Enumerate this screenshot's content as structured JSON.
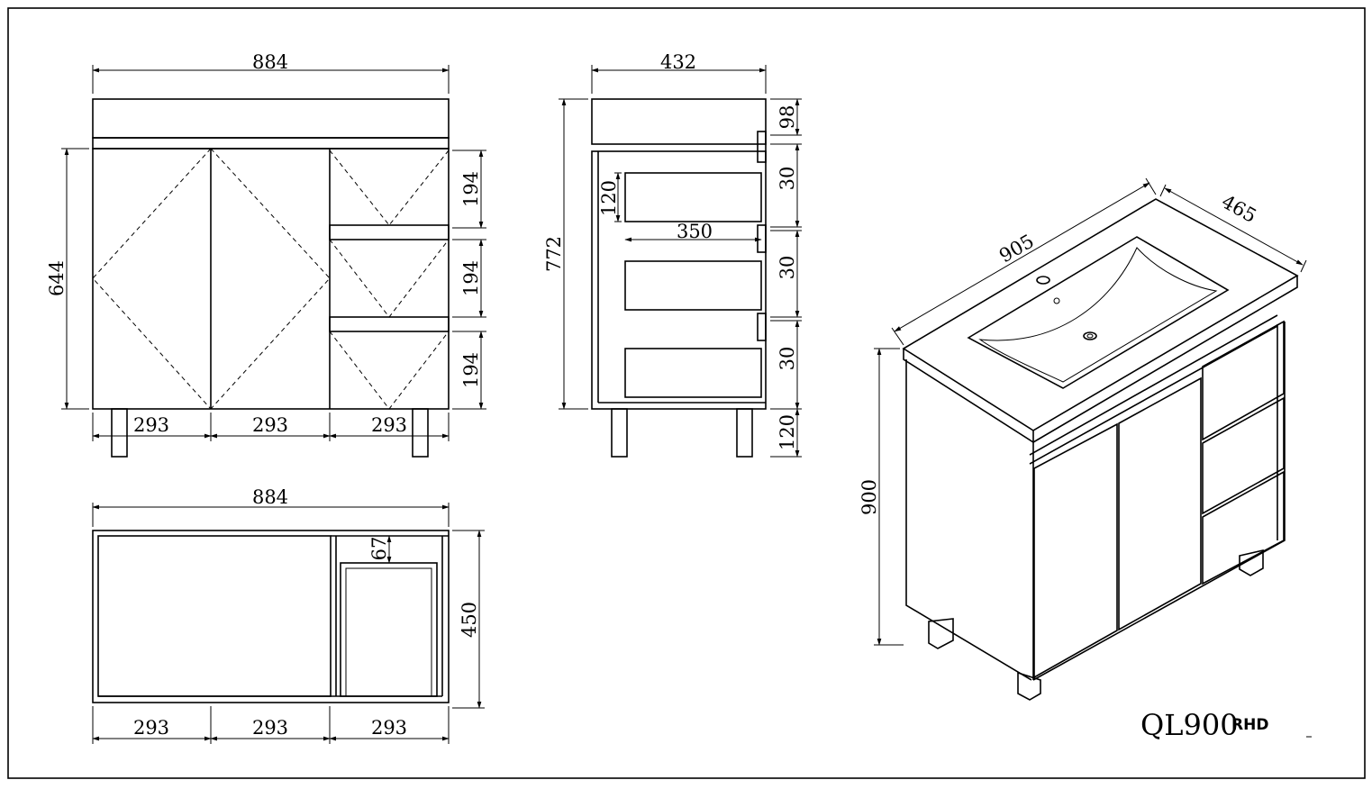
{
  "model": {
    "code": "QL900",
    "variant": "RHD"
  },
  "front": {
    "width": "884",
    "height": "644",
    "drawer_heights": [
      "194",
      "194",
      "194"
    ],
    "section_widths": [
      "293",
      "293",
      "293"
    ]
  },
  "side": {
    "depth": "432",
    "height": "772",
    "drawer_front_height": "120",
    "drawer_depth": "350",
    "offsets": [
      "98",
      "30",
      "30",
      "30"
    ],
    "leg_height": "120"
  },
  "plan": {
    "width": "884",
    "depth": "450",
    "clearance": "67",
    "section_widths": [
      "293",
      "293",
      "293"
    ]
  },
  "iso": {
    "width": "905",
    "depth": "465",
    "height": "900"
  }
}
